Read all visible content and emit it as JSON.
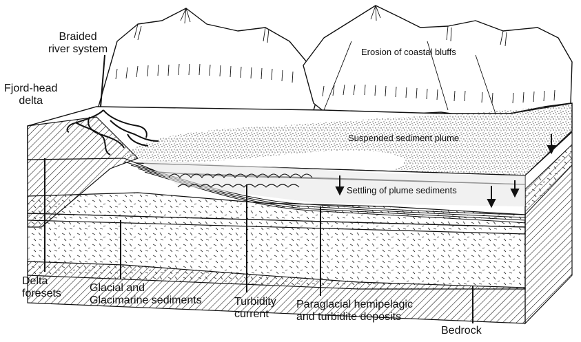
{
  "labels": {
    "braided": [
      "Braided",
      "river system"
    ],
    "fjord": [
      "Fjord-head",
      "delta"
    ],
    "erosion": "Erosion of coastal bluffs",
    "plume": "Suspended sediment plume",
    "settling": "Settling of plume sediments",
    "delta_foresets": [
      "Delta",
      "foresets"
    ],
    "glacial": [
      "Glacial and",
      "Glacimarine sediments"
    ],
    "turbidity": [
      "Turbidity",
      "current"
    ],
    "paraglacial": [
      "Paraglacial hemipelagic",
      "and turbidite deposits"
    ],
    "bedrock": "Bedrock"
  }
}
